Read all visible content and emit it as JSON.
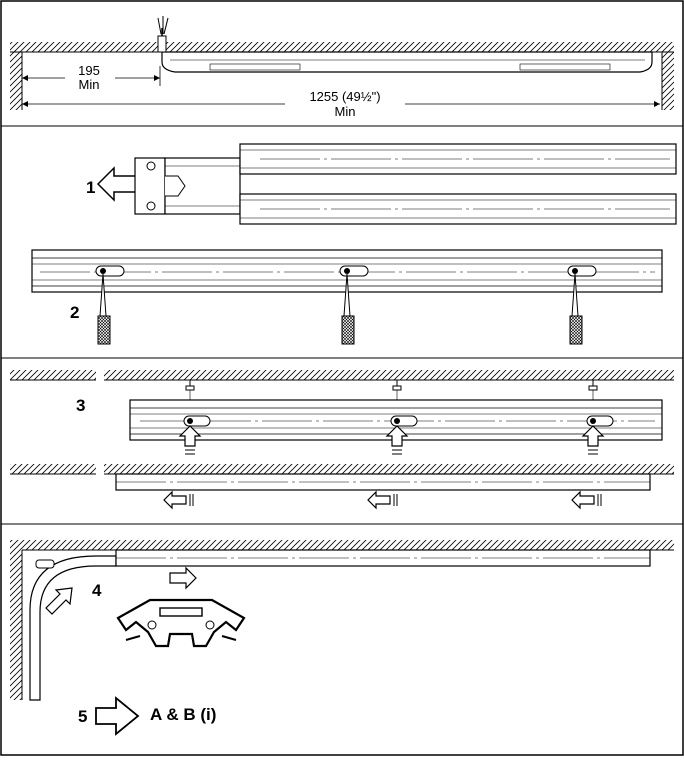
{
  "dimensions": {
    "min_offset_value": "195",
    "min_offset_unit": "Min",
    "total_length_value": "1255 (49½\")",
    "total_length_unit": "Min"
  },
  "steps": {
    "step1": "1",
    "step2": "2",
    "step3": "3",
    "step4": "4",
    "step5": "5"
  },
  "reference": "A & B (i)"
}
